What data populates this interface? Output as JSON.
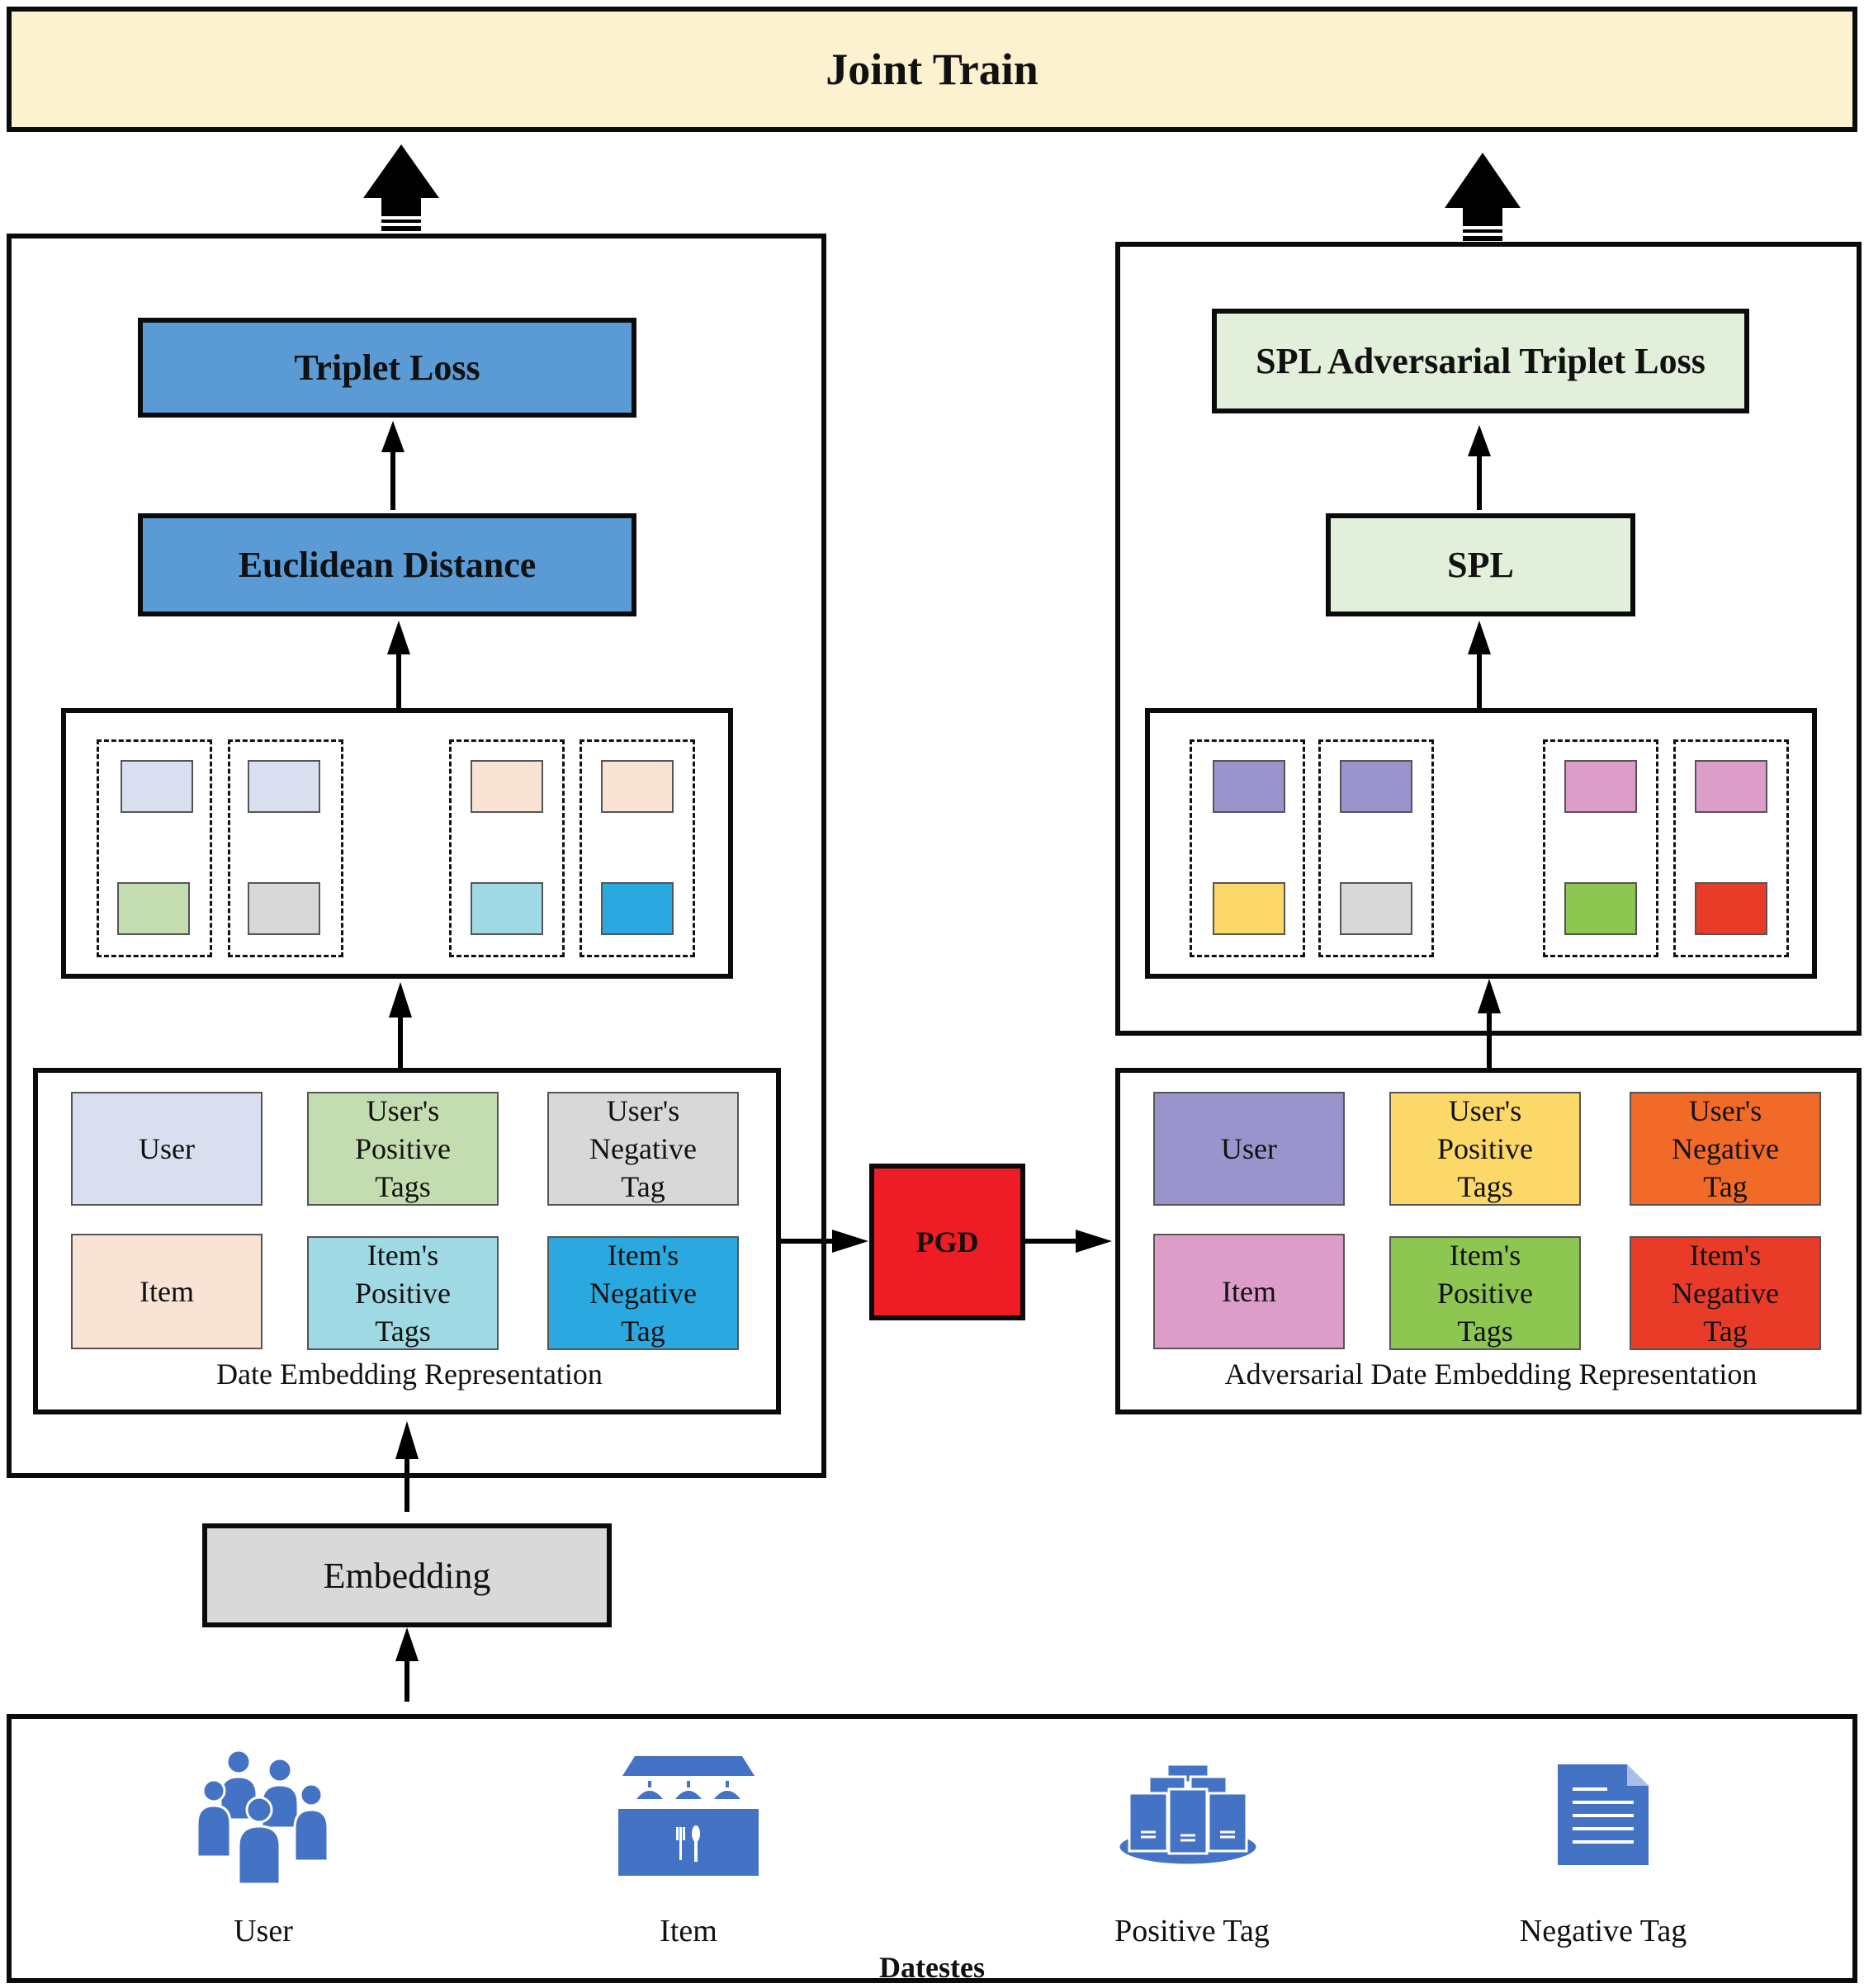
{
  "joint_train": "Joint Train",
  "left_branch": {
    "triplet_loss": "Triplet Loss",
    "euclidean_distance": "Euclidean Distance",
    "embedding_caption": "Date Embedding Representation",
    "cells": [
      {
        "label": "User",
        "color": "#dadff0"
      },
      {
        "label": "User's\nPositive\nTags",
        "color": "#c4ddb0"
      },
      {
        "label": "User's\nNegative\nTag",
        "color": "#d8d8d8"
      },
      {
        "label": "Item",
        "color": "#f8e3d4"
      },
      {
        "label": "Item's\nPositive\nTags",
        "color": "#9fd9e3"
      },
      {
        "label": "Item's\nNegative\nTag",
        "color": "#29a9df"
      }
    ]
  },
  "right_branch": {
    "spl_loss": "SPL Adversarial Triplet Loss",
    "spl": "SPL",
    "embedding_caption": "Adversarial Date Embedding Representation",
    "cells": [
      {
        "label": "User",
        "color": "#9a94cc"
      },
      {
        "label": "User's\nPositive\nTags",
        "color": "#fcd868"
      },
      {
        "label": "User's\nNegative\nTag",
        "color": "#f26a27"
      },
      {
        "label": "Item",
        "color": "#dd9dc9"
      },
      {
        "label": "Item's\nPositive\nTags",
        "color": "#8dc651"
      },
      {
        "label": "Item's\nNegative\nTag",
        "color": "#e83c28"
      }
    ]
  },
  "pgd": "PGD",
  "embedding": "Embedding",
  "datasets": {
    "caption": "Datestes",
    "items": [
      {
        "label": "User",
        "icon": "users-group-icon"
      },
      {
        "label": "Item",
        "icon": "restaurant-item-icon"
      },
      {
        "label": "Positive Tag",
        "icon": "server-stack-icon"
      },
      {
        "label": "Negative Tag",
        "icon": "document-icon"
      }
    ]
  },
  "colors": {
    "joint_train_bg": "#fdf2d0",
    "blue_box": "#5b9bd5",
    "green_box": "#e2efda",
    "pgd": "#ee1c25",
    "embedding_bg": "#d9d9d9",
    "icon_blue": "#4472c4"
  }
}
